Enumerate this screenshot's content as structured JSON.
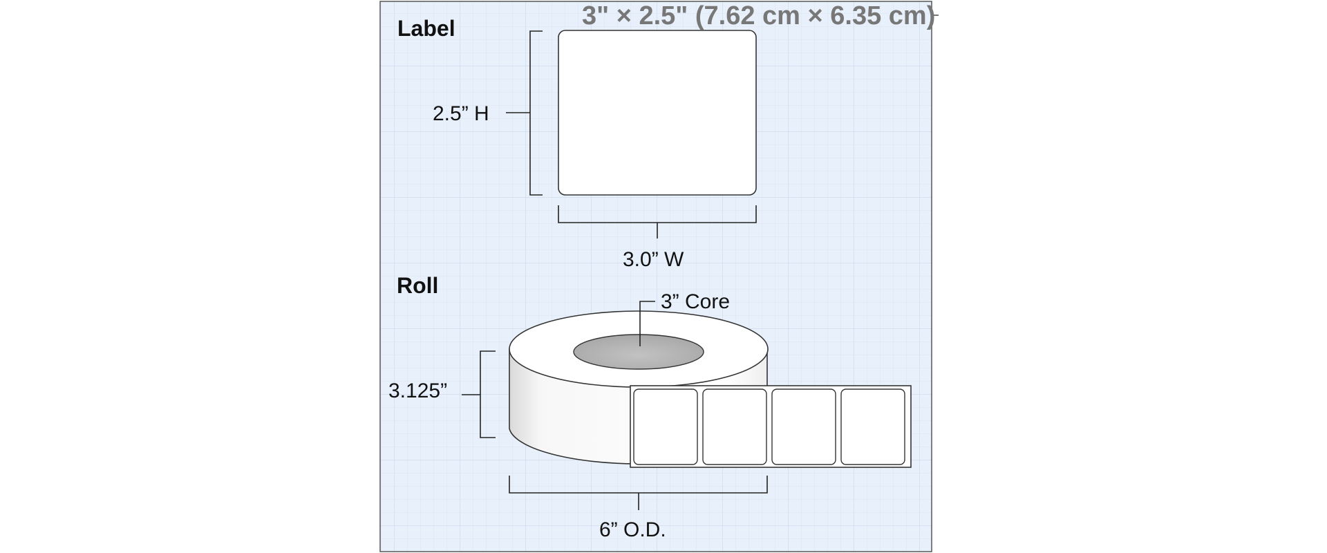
{
  "header": {
    "title": "3\" × 2.5\" (7.62 cm × 6.35 cm)"
  },
  "sections": {
    "label": "Label",
    "roll": "Roll"
  },
  "dimensions": {
    "label_height": "2.5” H",
    "label_width": "3.0” W",
    "core": "3” Core",
    "roll_width": "3.125”",
    "outer_diameter": "6” O.D."
  },
  "colors": {
    "grid_background": "#e8f0fb",
    "grid_line": "#cfdcec",
    "frame": "#555555",
    "title_text": "#777777",
    "core": "#b4b4b4"
  }
}
